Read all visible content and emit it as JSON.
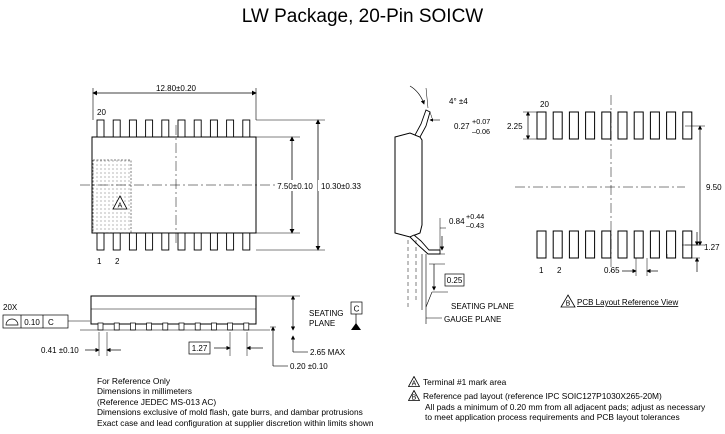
{
  "title": "LW Package, 20-Pin SOICW",
  "top_view": {
    "length_dim": "12.80±0.20",
    "pin20_label": "20",
    "pin1_label": "1",
    "pin2_label": "2",
    "body_width_dim": "7.50±0.10",
    "overall_width_dim": "10.30±0.33",
    "mark_area_symbol": "A"
  },
  "side_view": {
    "lead_count_label": "20X",
    "coplanarity_value": "0.10",
    "datum_ref": "C",
    "seating_plane_label_line1": "SEATING",
    "seating_plane_label_line2": "PLANE",
    "datum_c": "C",
    "lead_width_dim": "0.41 ±0.10",
    "pitch_dim": "1.27",
    "max_height_dim": "2.65 MAX",
    "standoff_dim": "0.20 ±0.10"
  },
  "end_view": {
    "angle_dim": "4° ±4",
    "lead_thickness_dim": "0.27",
    "lead_thickness_plus": "+0.07",
    "lead_thickness_minus": "–0.06",
    "foot_length_dim": "0.84",
    "foot_length_plus": "+0.44",
    "foot_length_minus": "–0.43",
    "gauge_dim": "0.25",
    "seating_plane_label": "SEATING PLANE",
    "gauge_plane_label": "GAUGE PLANE"
  },
  "pcb_layout": {
    "pad_length_dim": "2.25",
    "pin20_label": "20",
    "span_dim": "9.50",
    "pin1_label": "1",
    "pin2_label": "2",
    "pitch_dim": "0.65",
    "pad_width_dim": "1.27",
    "ref_symbol": "B",
    "ref_link": "PCB Layout Reference View"
  },
  "notes_left": [
    "For Reference Only",
    "Dimensions in millimeters",
    "(Reference JEDEC MS-013 AC)",
    "Dimensions exclusive of mold flash, gate burrs, and dambar protrusions",
    "Exact case and lead configuration at supplier discretion within limits shown"
  ],
  "notes_right": {
    "a_symbol": "A",
    "a_text": "Terminal #1 mark area",
    "b_symbol": "B",
    "b_text": "Reference pad layout (reference IPC SOIC127P1030X265-20M)",
    "b_text2": "All pads a minimum of 0.20 mm from all adjacent pads; adjust as necessary",
    "b_text3": "to meet application process requirements and PCB layout tolerances"
  }
}
